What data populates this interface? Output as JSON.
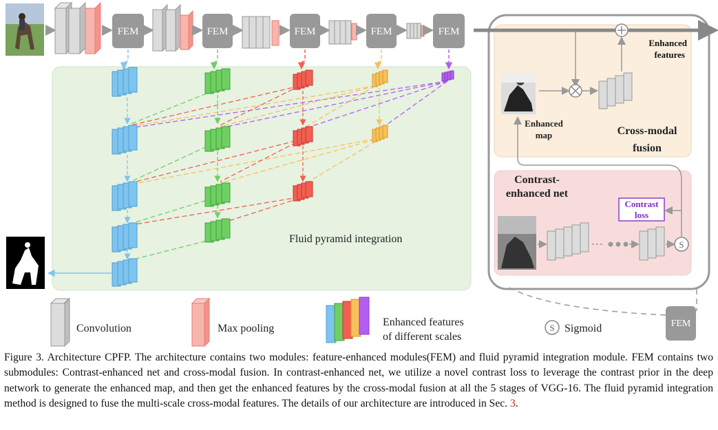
{
  "figure": {
    "fem_label": "FEM",
    "fluid_label": "Fluid pyramid integration",
    "enhanced_features_line1": "Enhanced",
    "enhanced_features_line2": "features",
    "enhanced_map_line1": "Enhanced",
    "enhanced_map_line2": "map",
    "cross_modal_line1": "Cross-modal",
    "cross_modal_line2": "fusion",
    "contrast_net_line1": "Contrast-",
    "contrast_net_line2": "enhanced net",
    "contrast_loss_line1": "Contrast",
    "contrast_loss_line2": "loss",
    "sigmoid_symbol": "S",
    "legend": {
      "convolution": "Convolution",
      "max_pooling": "Max pooling",
      "enhanced_line1": "Enhanced features",
      "enhanced_line2": "of different scales",
      "sigmoid": "Sigmoid"
    },
    "scale_colors": [
      "#7ec4ef",
      "#6fcf63",
      "#f06050",
      "#f7c05a",
      "#b35ef0"
    ]
  },
  "caption": {
    "text_before_ref": "Figure 3. Architecture CPFP. The architecture contains two modules: feature-enhanced modules(FEM) and fluid pyramid integration module. FEM contains two submodules: Contrast-enhanced net and cross-modal fusion. In contrast-enhanced net, we utilize a novel contrast loss to leverage the contrast prior in the deep network to generate the enhanced map, and then get the enhanced features by the cross-modal fusion at all the 5 stages of VGG-16. The fluid pyramid integration method is designed to fuse the multi-scale cross-modal features. The details of our architecture are introduced in Sec. ",
    "ref": "3",
    "text_after_ref": "."
  }
}
